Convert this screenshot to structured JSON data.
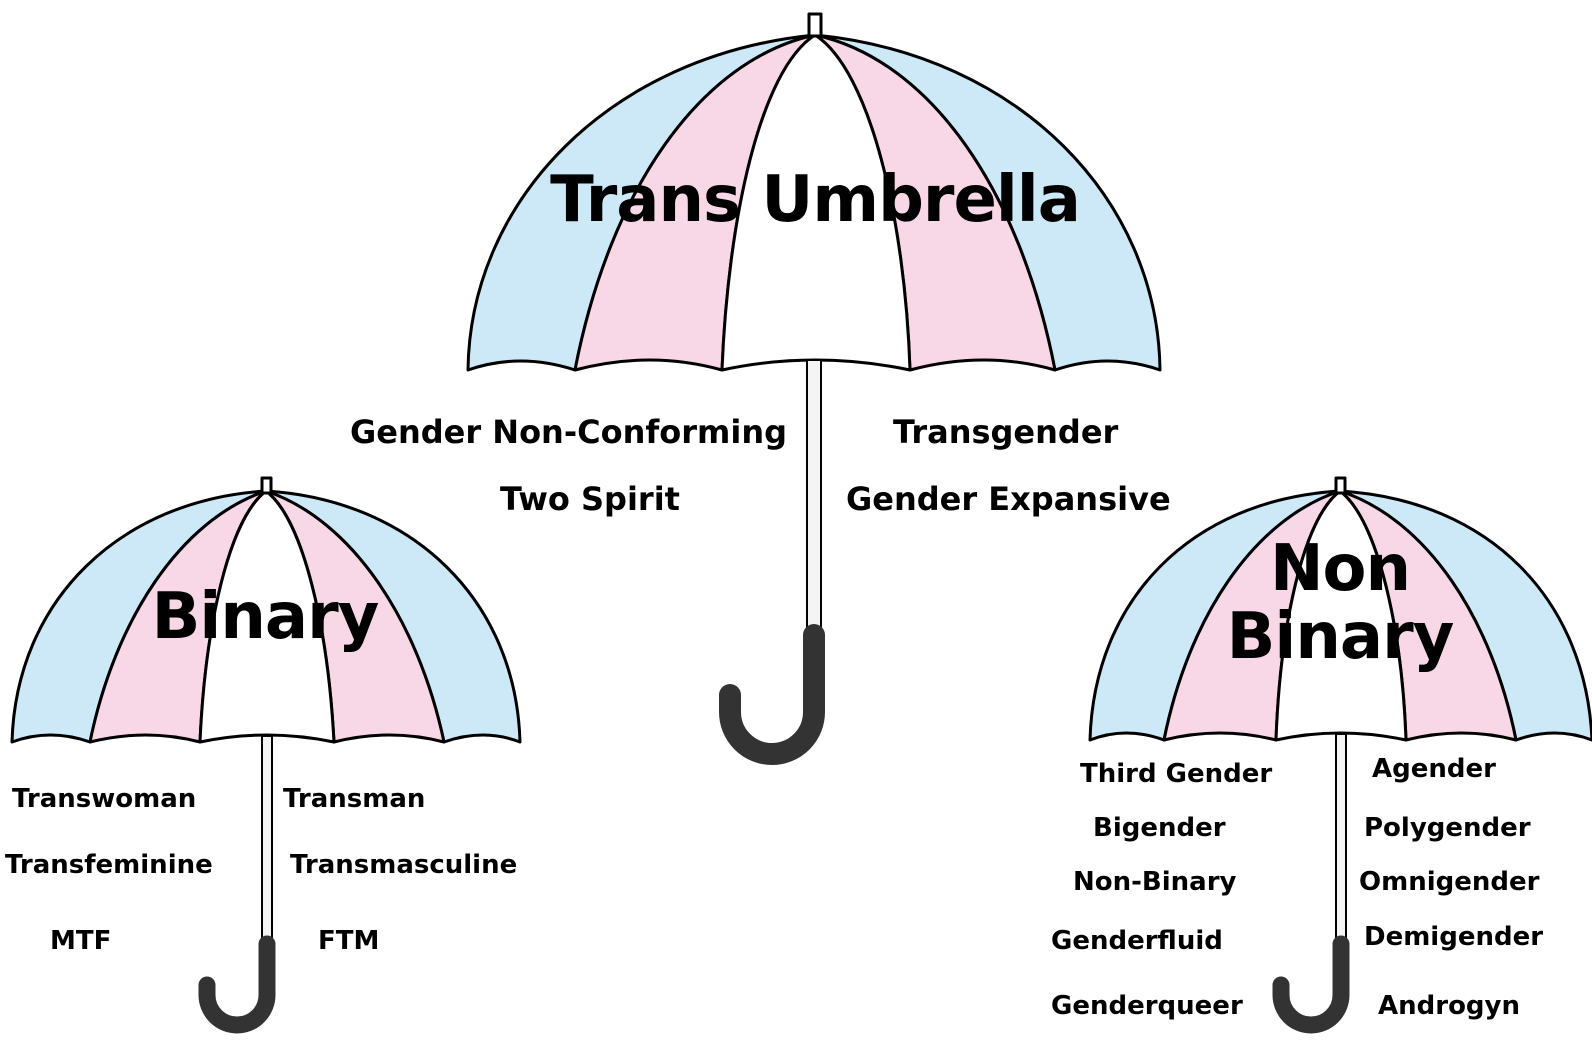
{
  "colors": {
    "blue": "#cde9f8",
    "pink": "#f8d8e6",
    "white": "#ffffff",
    "outline": "#000000",
    "handle": "#333333",
    "shaft": "#f4f4f4"
  },
  "umbrellas": {
    "trans": {
      "title": "Trans Umbrella",
      "left_labels": [
        "Gender Non-Conforming",
        "Two Spirit"
      ],
      "right_labels": [
        "Transgender",
        "Gender Expansive"
      ]
    },
    "binary": {
      "title": "Binary",
      "left_labels": [
        "Transwoman",
        "Transfeminine",
        "MTF"
      ],
      "right_labels": [
        "Transman",
        "Transmasculine",
        "FTM"
      ]
    },
    "nonbinary": {
      "title_line1": "Non",
      "title_line2": "Binary",
      "left_labels": [
        "Third Gender",
        "Bigender",
        "Non-Binary",
        "Genderfluid",
        "Genderqueer"
      ],
      "right_labels": [
        "Agender",
        "Polygender",
        "Omnigender",
        "Demigender",
        "Androgyn"
      ]
    }
  }
}
